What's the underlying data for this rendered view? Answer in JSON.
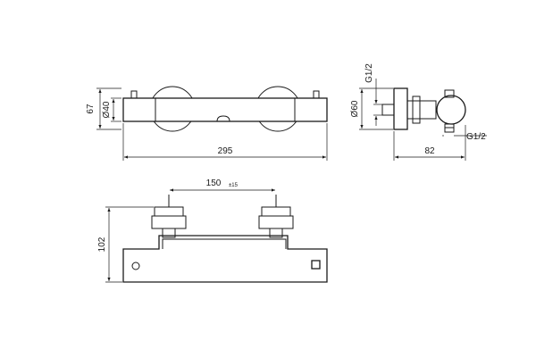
{
  "front_view": {
    "height_dim": "67",
    "diameter_dim": "Ø40",
    "width_dim": "295"
  },
  "side_view": {
    "thread_top": "G1/2",
    "diameter_dim": "Ø60",
    "depth_dim": "82",
    "thread_bottom": "G1/2"
  },
  "top_view": {
    "spacing_dim": "150",
    "spacing_tol": "±15",
    "height_dim": "102"
  }
}
